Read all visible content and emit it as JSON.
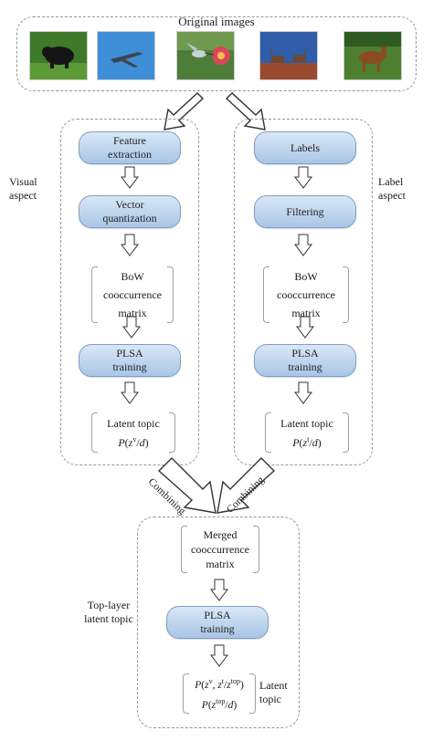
{
  "header": {
    "title": "Original images"
  },
  "images": [
    {
      "name": "bear-image"
    },
    {
      "name": "jet-image"
    },
    {
      "name": "hummingbird-image"
    },
    {
      "name": "reindeer-image"
    },
    {
      "name": "horse-image"
    }
  ],
  "visual": {
    "aspect_label": "Visual aspect",
    "feature": "Feature extraction",
    "vq": "Vector quantization",
    "bow_line1": "BoW",
    "bow_line2": "cooccurrence",
    "bow_line3": "matrix",
    "plsa": "PLSA training",
    "latent": "Latent topic",
    "formula": "P(z^v/d)"
  },
  "label": {
    "aspect_label": "Label aspect",
    "labels": "Labels",
    "filtering": "Filtering",
    "bow_line1": "BoW",
    "bow_line2": "cooccurrence",
    "bow_line3": "matrix",
    "plsa": "PLSA training",
    "latent": "Latent topic",
    "formula": "P(z^t/d)"
  },
  "combine": {
    "left": "Combining",
    "right": "Combining"
  },
  "top": {
    "aspect_label": "Top-layer latent topic",
    "merged_line1": "Merged",
    "merged_line2": "cooccurrence",
    "merged_line3": "matrix",
    "plsa": "PLSA training",
    "formula1": "P(z^v, z^t/z^top)",
    "formula2": "P(z^top/d)",
    "latent_label": "Latent topic"
  }
}
